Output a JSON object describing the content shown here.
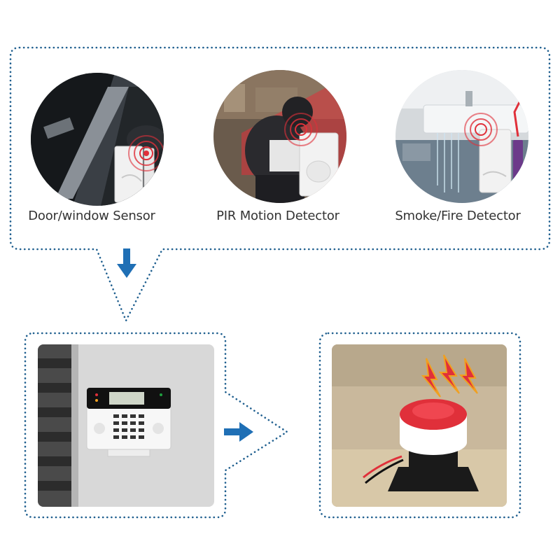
{
  "sensors": [
    {
      "label": "Door/window Sensor",
      "icon": "door-window-sensor-image"
    },
    {
      "label": "PIR Motion Detector",
      "icon": "pir-motion-detector-image"
    },
    {
      "label": "Smoke/Fire Detector",
      "icon": "smoke-fire-detector-image"
    }
  ],
  "hub": {
    "icon": "alarm-control-panel-image"
  },
  "siren": {
    "icon": "siren-image"
  },
  "colors": {
    "dotted_border": "#1f5f8f",
    "arrow": "#1f6fb5",
    "signal": "#e0303a"
  }
}
